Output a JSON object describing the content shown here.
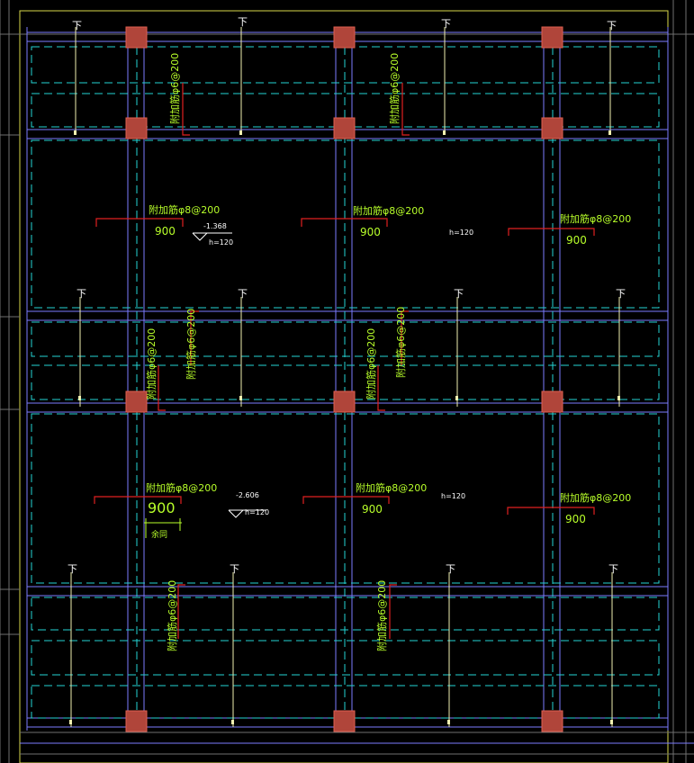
{
  "colors": {
    "background": "#000000",
    "column_fill": "#b0453a",
    "column_stroke": "#e06050",
    "beam_line": "#7b7cff",
    "slab_dash": "#24d4d4",
    "rebar_text": "#b8ff2a",
    "leader_red": "#e02020",
    "white_text": "#ffffff",
    "frame_yellow": "#d8d84a",
    "grid_gray": "#707070"
  },
  "rebar_labels": {
    "top_band_left": "附加筋φ6@200",
    "top_band_right": "附加筋φ6@200",
    "row1_left": "附加筋φ8@200",
    "row1_mid": "附加筋φ8@200",
    "row1_right": "附加筋φ8@200",
    "mid_band_a": "附加筋φ6@200",
    "mid_band_b": "附加筋φ6@200",
    "mid_band_c": "附加筋φ6@200",
    "mid_band_d": "附加筋φ6@200",
    "row2_left": "附加筋φ8@200",
    "row2_mid": "附加筋φ8@200",
    "row2_right": "附加筋φ8@200",
    "bottom_band_left": "附加筋φ6@200",
    "bottom_band_right": "附加筋φ6@200"
  },
  "dimensions": {
    "row1_left": "900",
    "row1_mid": "900",
    "row1_right": "900",
    "row2_left": "900",
    "row2_mid": "900",
    "row2_right": "900"
  },
  "elevations": {
    "row1": "-1.368",
    "row2": "-2.606"
  },
  "thickness": {
    "row1_a": "h=120",
    "row1_b": "h=120",
    "row2_a": "h=120",
    "row2_b": "h=120"
  },
  "note_row2_left": "余同",
  "arrow_marks": {
    "mark": "下"
  }
}
